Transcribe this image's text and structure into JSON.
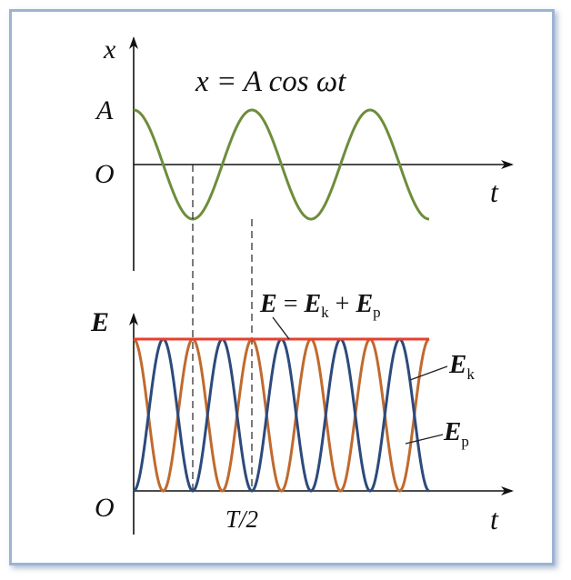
{
  "top_graph": {
    "y_label": "x",
    "x_label": "t",
    "amplitude_label": "A",
    "origin_label": "O",
    "equation": "x = A cos ωt"
  },
  "bottom_graph": {
    "y_label": "E",
    "x_label": "t",
    "origin_label": "O",
    "tick_label": "T/2",
    "total_label": {
      "base": "E",
      "eq": " = ",
      "k": "k",
      "plus": " + ",
      "p": "p"
    },
    "ek_label": {
      "base": "E",
      "sub": "k"
    },
    "ep_label": {
      "base": "E",
      "sub": "p"
    }
  },
  "colors": {
    "displacement": "#6e8d3c",
    "total_energy": "#e8402c",
    "kinetic": "#2c4a7c",
    "potential": "#c06a2e",
    "frame_border": "#9bb4d4"
  },
  "periods_shown": 2.5
}
